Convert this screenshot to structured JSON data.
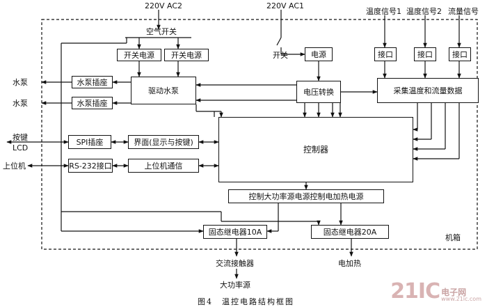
{
  "inputs": {
    "ac2": "220V AC2",
    "ac1": "220V AC1",
    "temp_signal_1": "温度信号1",
    "temp_signal_2": "温度信号2",
    "flow_signal": "流量信号"
  },
  "labels": {
    "air_switch": "空气开关",
    "switch": "开关",
    "chassis": "机箱",
    "water_pump_1": "水泵",
    "water_pump_2": "水泵",
    "key_lcd_1": "按键",
    "key_lcd_2": "LCD",
    "host_pc": "上位机",
    "ac_contactor": "交流接触器",
    "high_power_source": "大功率源",
    "electric_heating": "电加热"
  },
  "blocks": {
    "switch_psu_1": "开关电源",
    "switch_psu_2": "开关电源",
    "power_supply": "电源",
    "interface_1": "接口",
    "interface_2": "接口",
    "interface_3": "接口",
    "pump_socket_1": "水泵插座",
    "pump_socket_2": "水泵插座",
    "drive_pump": "驱动水泵",
    "voltage_conv": "电压转换",
    "acquisition": "采集温度和流量数据",
    "spi_socket": "SPI插座",
    "ui_display": "界面(显示与按键)",
    "rs232": "RS-232接口",
    "host_comm": "上位机通信",
    "controller": "控制器",
    "power_ctrl": "控制大功率源电源控制电加热电源",
    "ssr_10a": "固态继电器10A",
    "ssr_20a": "固态继电器20A"
  },
  "caption": "图4　温控电路结构框图",
  "watermark": {
    "number": "21IC",
    "name": "电子网",
    "url": "www.21ic.com"
  }
}
